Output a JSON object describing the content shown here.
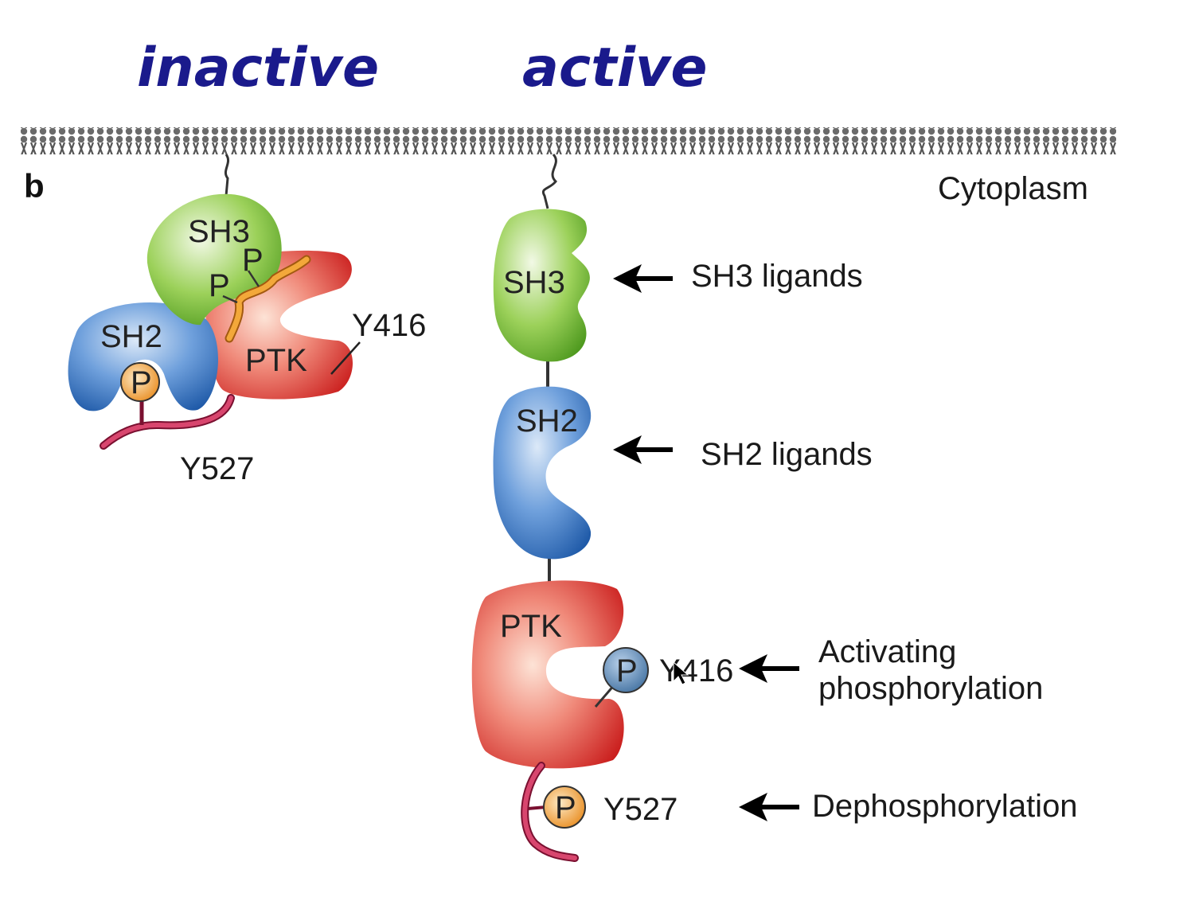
{
  "headings": {
    "inactive": "inactive",
    "active": "active"
  },
  "panel_label": "b",
  "cytoplasm_label": "Cytoplasm",
  "inactive": {
    "sh3": "SH3",
    "sh2": "SH2",
    "ptk": "PTK",
    "p_ligand_1": "P",
    "p_ligand_2": "P",
    "p_sh2": "P",
    "y416": "Y416",
    "y527": "Y527"
  },
  "active": {
    "sh3": "SH3",
    "sh2": "SH2",
    "ptk": "PTK",
    "p_y416": "P",
    "y416": "Y416",
    "p_y527": "P",
    "y527": "Y527"
  },
  "annotations": {
    "sh3_ligands": "SH3 ligands",
    "sh2_ligands": "SH2 ligands",
    "activating_line1": "Activating",
    "activating_line2": "phosphorylation",
    "dephosphorylation": "Dephosphorylation"
  },
  "colors": {
    "heading": "#1a1a8c",
    "sh3_green": "#7cc242",
    "sh2_blue": "#2f6fb8",
    "ptk_red": "#d42a2a",
    "phospho_orange": "#f0a030",
    "tail_pink": "#c8285a",
    "p_active_blue": "#4a78a8"
  },
  "icons": [
    "left-arrow-icon",
    "cursor-icon"
  ]
}
